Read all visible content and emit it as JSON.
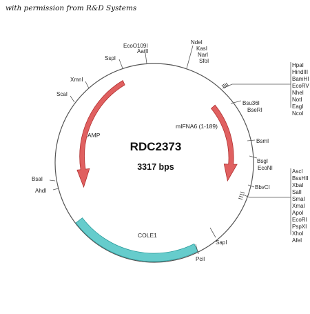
{
  "credit": "with permission from R&D Systems",
  "plasmid": {
    "name": "RDC2373",
    "size_label": "3317 bps"
  },
  "features": {
    "amp": {
      "label": "AMP",
      "color": "#e06060"
    },
    "mifna6": {
      "label": "mIFNA6 (1-189)",
      "color": "#e06060"
    },
    "cole1": {
      "label": "COLE1",
      "color": "#66cccc"
    }
  },
  "sites": {
    "left": [
      "EcoO109I",
      "AatII",
      "SspI",
      "XmnI",
      "ScaI",
      "BsaI",
      "AhdI"
    ],
    "top": [
      "NdeI",
      "KasI",
      "NarI",
      "SfoI"
    ],
    "mcs1": [
      "HpaI",
      "HindIII",
      "BamHI",
      "EcoRV",
      "NheI",
      "NotI",
      "EagI",
      "NcoI"
    ],
    "right_mid": [
      "Bsu36I",
      "BseRI",
      "BsmI",
      "BsgI",
      "EcoNI",
      "BbvCI"
    ],
    "mcs2": [
      "AscI",
      "BssHII",
      "XbaI",
      "SalI",
      "SmaI",
      "XmaI",
      "ApoI",
      "EcoRI",
      "PspXI",
      "XhoI",
      "AfeI"
    ],
    "bottom": [
      "SapI",
      "PciI"
    ]
  },
  "colors": {
    "backbone": "#555555",
    "feature_outline": "#b03030",
    "cole1_outline": "#2e9e9e"
  }
}
